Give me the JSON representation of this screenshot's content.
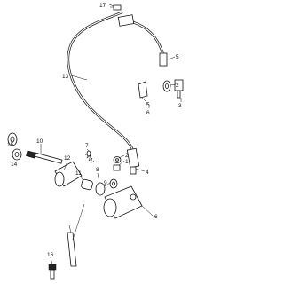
{
  "callouts": [
    {
      "id": "c1",
      "text": "1"
    },
    {
      "id": "c2",
      "text": "2"
    },
    {
      "id": "c3",
      "text": "3"
    },
    {
      "id": "c4",
      "text": "4"
    },
    {
      "id": "c5",
      "text": "5"
    },
    {
      "id": "c6",
      "text": "6"
    },
    {
      "id": "c6b",
      "text": "6"
    },
    {
      "id": "c7",
      "text": "7"
    },
    {
      "id": "c8",
      "text": "8"
    },
    {
      "id": "c9",
      "text": "9"
    },
    {
      "id": "c10",
      "text": "10"
    },
    {
      "id": "c11",
      "text": "11"
    },
    {
      "id": "c12",
      "text": "12"
    },
    {
      "id": "c13",
      "text": "13"
    },
    {
      "id": "c14",
      "text": "14"
    },
    {
      "id": "c15",
      "text": "15"
    },
    {
      "id": "c16",
      "text": "16"
    },
    {
      "id": "c17",
      "text": "17"
    }
  ]
}
